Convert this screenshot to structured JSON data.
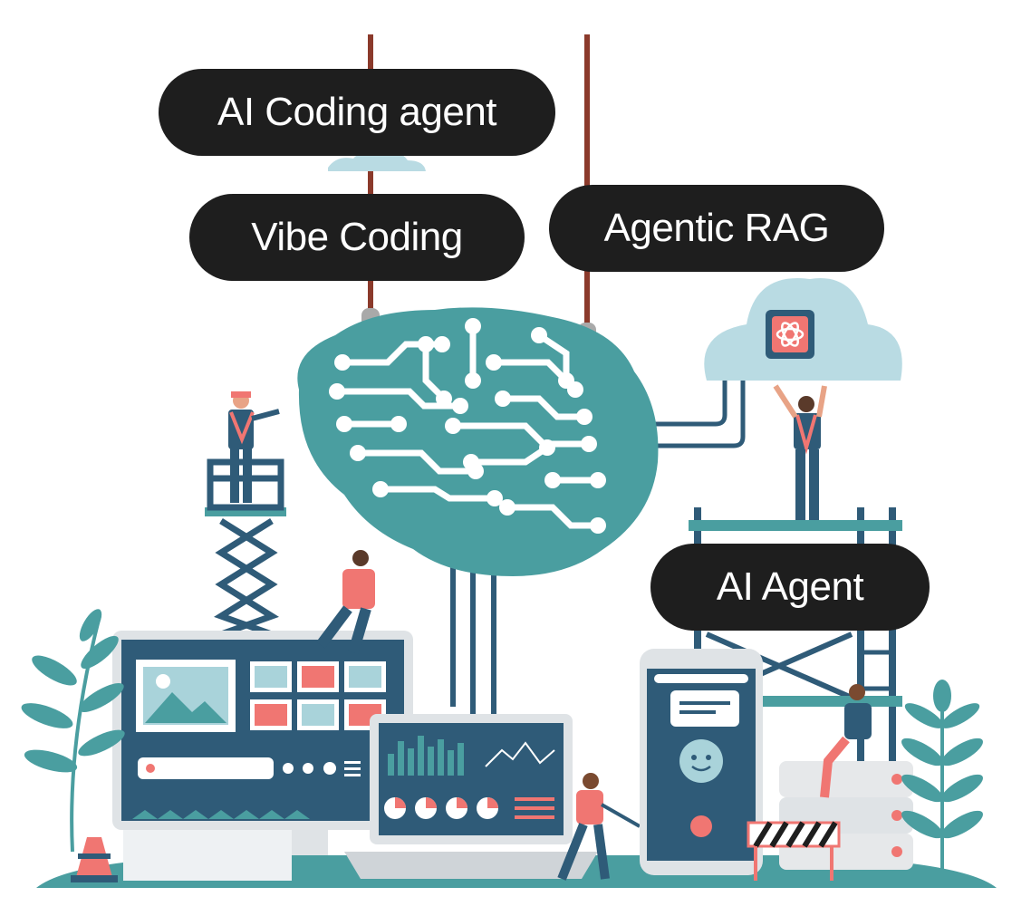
{
  "labels": {
    "coding_agent": "AI Coding agent",
    "vibe_coding": "Vibe Coding",
    "agentic_rag": "Agentic RAG",
    "ai_agent": "AI Agent"
  },
  "colors": {
    "teal": "#4a9ea0",
    "navy": "#2f5b78",
    "coral": "#f07672",
    "light_blue": "#b9dbe3",
    "pill": "#1e1e1e",
    "rope": "#8b3a2b"
  },
  "icons": [
    "brain-circuit-icon",
    "cloud-chip-icon",
    "monitor-icon",
    "laptop-icon",
    "smartphone-icon",
    "chatbot-icon",
    "server-stack-icon",
    "scissor-lift-icon",
    "scaffold-icon",
    "traffic-cone-icon",
    "plant-icon"
  ]
}
